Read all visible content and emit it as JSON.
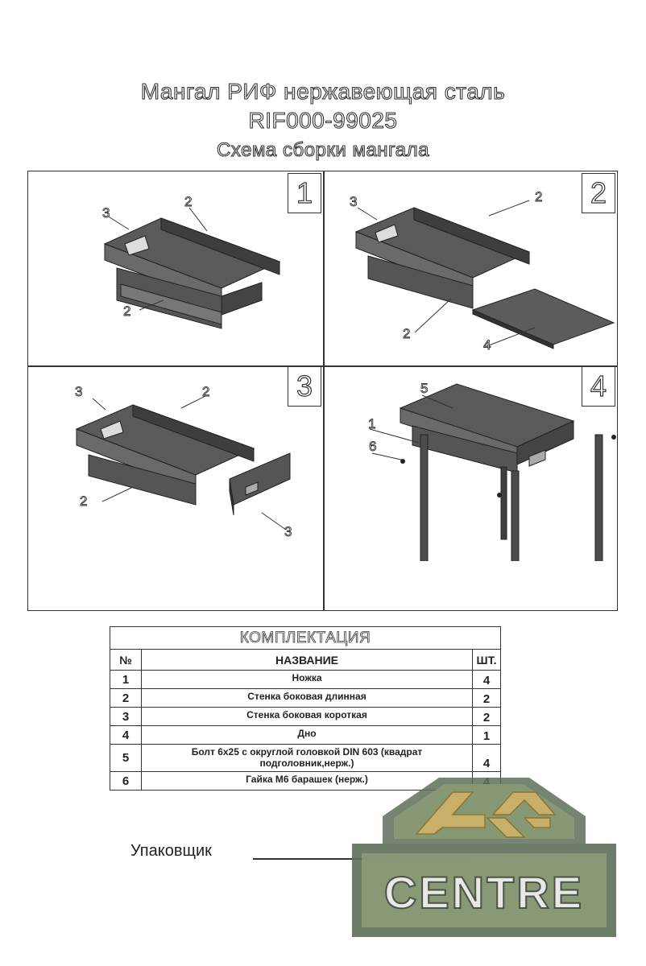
{
  "header": {
    "title_line1": "Мангал РИФ нержавеющая сталь",
    "title_line2": "RIF000-99025",
    "subtitle": "Схема сборки  мангала"
  },
  "steps": [
    {
      "number": "1",
      "callouts": [
        "3",
        "2",
        "2"
      ]
    },
    {
      "number": "2",
      "callouts": [
        "3",
        "2",
        "2",
        "4"
      ]
    },
    {
      "number": "3",
      "callouts": [
        "3",
        "2",
        "2",
        "3"
      ]
    },
    {
      "number": "4",
      "callouts": [
        "5",
        "1",
        "6"
      ]
    }
  ],
  "parts_table": {
    "caption": "КОМПЛЕКТАЦИЯ",
    "headers": {
      "num": "№",
      "name": "НАЗВАНИЕ",
      "qty": "ШТ."
    },
    "rows": [
      {
        "num": "1",
        "name": "Ножка",
        "qty": "4"
      },
      {
        "num": "2",
        "name": "Стенка боковая длинная",
        "qty": "2"
      },
      {
        "num": "3",
        "name": "Стенка боковая короткая",
        "qty": "2"
      },
      {
        "num": "4",
        "name": "Дно",
        "qty": "1"
      },
      {
        "num": "5",
        "name": "Болт 6х25 с округлой головкой DIN 603 (квадрат подголовник,нерж.)",
        "qty": "4"
      },
      {
        "num": "6",
        "name": "Гайка М6 барашек (нерж.)",
        "qty": "4"
      }
    ]
  },
  "footer": {
    "packer_label": "Упаковщик"
  },
  "logo": {
    "text": "CENTRE",
    "colors": {
      "frame": "#5e6e5a",
      "fill": "#8a9a76",
      "gold": "#c9b06a",
      "text": "#e8e8e8"
    }
  }
}
